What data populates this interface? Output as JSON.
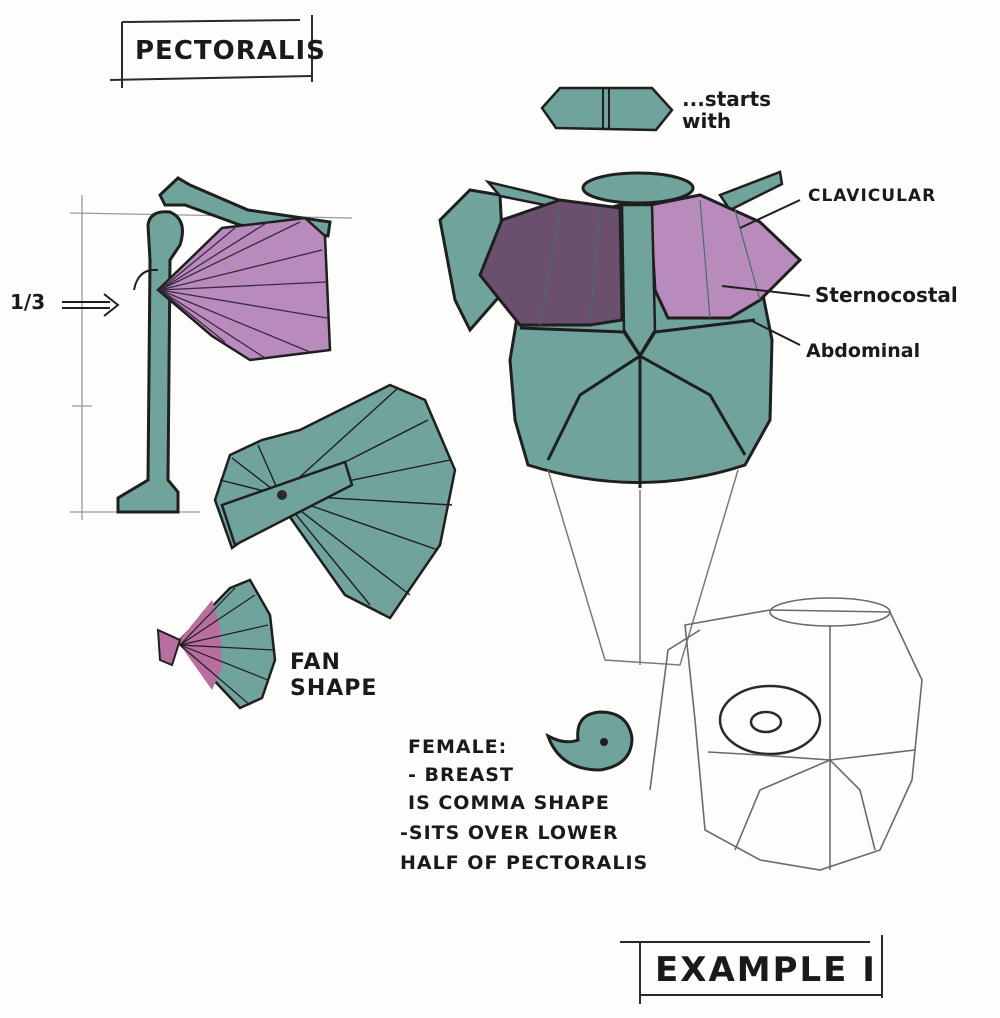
{
  "title": "PECTORALIS",
  "fraction_label": "1/3",
  "starts_with": "...starts with",
  "labels": {
    "clavicular": "CLAVICULAR",
    "sternocostal": "Sternocostal",
    "abdominal": "Abdominal"
  },
  "fan_shape": [
    "FAN",
    "SHAPE"
  ],
  "female_notes": {
    "heading": "FEMALE:",
    "lines": [
      "- BREAST",
      "IS COMMA SHAPE",
      "-SITS OVER LOWER",
      "HALF OF PECTORALIS"
    ]
  },
  "example_label": "EXAMPLE I",
  "colors": {
    "teal": "#6fa39b",
    "purple": "#b98bbd",
    "dark_purple": "#6b4f6e",
    "magenta": "#b86fa0",
    "ink": "#1f1f1f",
    "pencil": "#8a8a8a"
  }
}
